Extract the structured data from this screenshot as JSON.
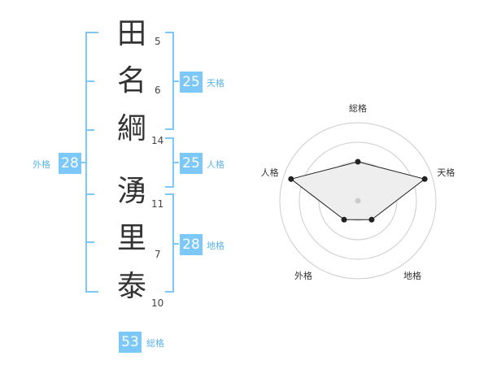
{
  "name": {
    "characters": [
      {
        "char": "田",
        "strokes": "5"
      },
      {
        "char": "名",
        "strokes": "6"
      },
      {
        "char": "綱",
        "strokes": "14"
      },
      {
        "char": "湧",
        "strokes": "11"
      },
      {
        "char": "里",
        "strokes": "7"
      },
      {
        "char": "泰",
        "strokes": "10"
      }
    ]
  },
  "fortune": {
    "tenkaku": {
      "value": "25",
      "label": "天格"
    },
    "jinkaku": {
      "value": "25",
      "label": "人格"
    },
    "chikaku": {
      "value": "28",
      "label": "地格"
    },
    "gaikaku": {
      "value": "28",
      "label": "外格"
    },
    "soukaku": {
      "value": "53",
      "label": "総格"
    }
  },
  "chart_data": {
    "type": "radar",
    "axes": [
      "総格",
      "天格",
      "地格",
      "外格",
      "人格"
    ],
    "values": [
      0.5,
      0.9,
      0.3,
      0.3,
      0.9
    ],
    "max": 1,
    "rings": 4,
    "colors": {
      "line": "#222222",
      "fill": "#eeeeee",
      "grid": "#cccccc",
      "center": "#cccccc"
    }
  },
  "colors": {
    "accent": "#7cc8f8",
    "bracket": "#7cc8f8"
  }
}
